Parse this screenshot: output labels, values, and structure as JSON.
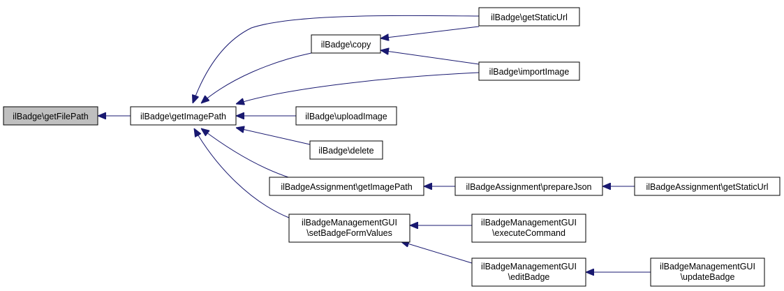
{
  "diagram": {
    "nodes": {
      "getFilePath": [
        "ilBadge\\getFilePath"
      ],
      "getImagePath": [
        "ilBadge\\getImagePath"
      ],
      "copy": [
        "ilBadge\\copy"
      ],
      "getStaticUrl": [
        "ilBadge\\getStaticUrl"
      ],
      "importImage": [
        "ilBadge\\importImage"
      ],
      "uploadImage": [
        "ilBadge\\uploadImage"
      ],
      "delete": [
        "ilBadge\\delete"
      ],
      "assignGetImagePath": [
        "ilBadgeAssignment\\getImagePath"
      ],
      "prepareJson": [
        "ilBadgeAssignment\\prepareJson"
      ],
      "assignGetStaticUrl": [
        "ilBadgeAssignment\\getStaticUrl"
      ],
      "setBadgeFormValues": [
        "ilBadgeManagementGUI",
        "\\setBadgeFormValues"
      ],
      "executeCommand": [
        "ilBadgeManagementGUI",
        "\\executeCommand"
      ],
      "editBadge": [
        "ilBadgeManagementGUI",
        "\\editBadge"
      ],
      "updateBadge": [
        "ilBadgeManagementGUI",
        "\\updateBadge"
      ]
    }
  }
}
